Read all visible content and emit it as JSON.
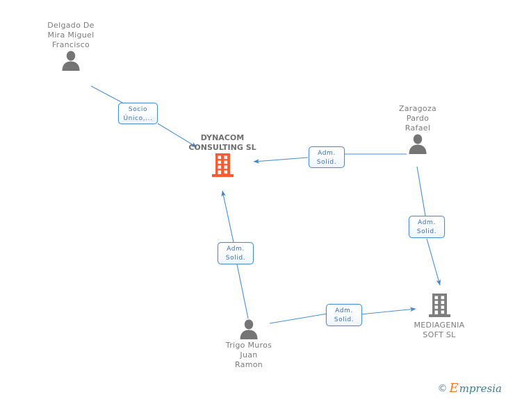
{
  "diagram": {
    "title": "DYNACOM CONSULTING SL relationship graph",
    "colors": {
      "company_focus": "#FA5B35",
      "company_other": "#7D7D7D",
      "person": "#757575",
      "edge": "#4a8fd4",
      "label_border": "#4a90d9",
      "label_text": "#3b6fb6",
      "node_text": "#7b7b7b",
      "watermark_orange": "#f07c2a",
      "watermark_teal": "#3d7f8c",
      "background": "#ffffff"
    }
  },
  "nodes": [
    {
      "id": "delgado",
      "label": "Delgado De\nMira Miguel\nFrancisco",
      "type": "person",
      "icon": "person-icon"
    },
    {
      "id": "dynacom",
      "label": "DYNACOM\nCONSULTING SL",
      "type": "company",
      "icon": "building-icon",
      "focus": true
    },
    {
      "id": "zaragoza",
      "label": "Zaragoza\nPardo\nRafael",
      "type": "person",
      "icon": "person-icon"
    },
    {
      "id": "mediagenia",
      "label": "MEDIAGENIA\nSOFT SL",
      "type": "company",
      "icon": "building-icon",
      "focus": false
    },
    {
      "id": "trigo",
      "label": "Trigo Muros\nJuan\nRamon",
      "type": "person",
      "icon": "person-icon"
    }
  ],
  "edge_labels": [
    {
      "id": "lbl_socio",
      "text": "Socio\nÚnico,...",
      "from": "delgado",
      "to": "dynacom"
    },
    {
      "id": "lbl_zar_dyn",
      "text": "Adm.\nSolid.",
      "from": "zaragoza",
      "to": "dynacom"
    },
    {
      "id": "lbl_zar_med",
      "text": "Adm.\nSolid.",
      "from": "zaragoza",
      "to": "mediagenia"
    },
    {
      "id": "lbl_tri_dyn",
      "text": "Adm.\nSolid.",
      "from": "trigo",
      "to": "dynacom"
    },
    {
      "id": "lbl_tri_med",
      "text": "Adm.\nSolid.",
      "from": "trigo",
      "to": "mediagenia"
    }
  ],
  "watermark": {
    "copyright": "©",
    "brand_initial": "E",
    "brand_rest": "mpresia"
  }
}
